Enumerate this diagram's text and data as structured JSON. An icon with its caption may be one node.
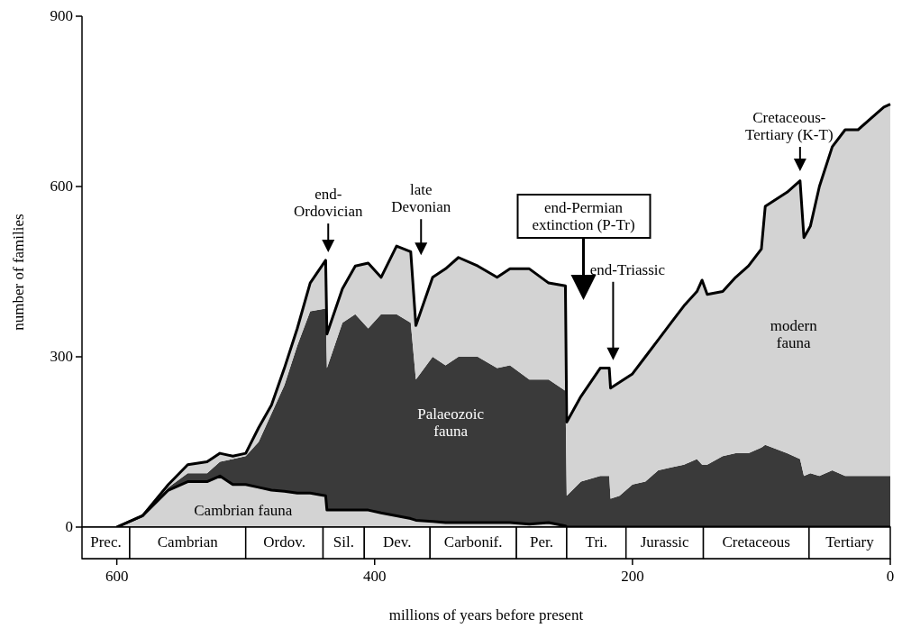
{
  "diagram": {
    "labels": [
      "Prec.",
      "Cambrian",
      "Ordov.",
      "Sil.",
      "Dev.",
      "Carbonif.",
      "Per.",
      "Tri.",
      "Jurassic",
      "Cretaceous",
      "Tertiary"
    ],
    "chart_data": {
      "type": "area",
      "stacked": true,
      "xlabel": "millions of years before present",
      "ylabel": "number of families",
      "xlim": [
        627,
        0
      ],
      "ylim": [
        0,
        900
      ],
      "xticks": [
        600,
        400,
        200,
        0
      ],
      "yticks": [
        0,
        300,
        600,
        900
      ],
      "x": [
        600,
        580,
        560,
        545,
        530,
        520,
        510,
        500,
        490,
        480,
        470,
        460,
        450,
        438,
        437,
        425,
        415,
        405,
        395,
        383,
        372,
        368,
        355,
        345,
        335,
        320,
        305,
        295,
        280,
        265,
        252,
        251,
        240,
        225,
        218,
        217,
        210,
        200,
        190,
        180,
        170,
        160,
        150,
        146,
        142,
        130,
        120,
        110,
        100,
        97,
        80,
        70,
        67,
        62,
        55,
        45,
        35,
        25,
        15,
        5,
        0
      ],
      "series": [
        {
          "name": "Cambrian fauna",
          "color": "#d3d3d3",
          "values": [
            0,
            20,
            65,
            80,
            80,
            90,
            75,
            75,
            70,
            65,
            63,
            60,
            60,
            55,
            30,
            30,
            30,
            30,
            25,
            20,
            15,
            12,
            10,
            8,
            8,
            8,
            8,
            8,
            5,
            8,
            2,
            0,
            0,
            0,
            0,
            0,
            0,
            0,
            0,
            0,
            0,
            0,
            0,
            0,
            0,
            0,
            0,
            0,
            0,
            0,
            0,
            0,
            0,
            0,
            0,
            0,
            0,
            0,
            0,
            0,
            0
          ]
        },
        {
          "name": "Palaeozoic fauna",
          "color": "#3a3a3a",
          "values": [
            0,
            0,
            5,
            15,
            15,
            25,
            45,
            50,
            80,
            135,
            187,
            260,
            320,
            330,
            250,
            330,
            345,
            320,
            350,
            355,
            345,
            248,
            290,
            277,
            292,
            292,
            272,
            277,
            255,
            252,
            238,
            55,
            80,
            90,
            90,
            50,
            55,
            75,
            80,
            100,
            105,
            110,
            120,
            110,
            110,
            125,
            130,
            130,
            140,
            145,
            130,
            120,
            90,
            95,
            90,
            100,
            90,
            90,
            90,
            90,
            90
          ]
        },
        {
          "name": "modern fauna",
          "color": "#d3d3d3",
          "values": [
            0,
            0,
            5,
            15,
            20,
            15,
            5,
            5,
            25,
            15,
            30,
            30,
            50,
            85,
            60,
            60,
            85,
            115,
            65,
            120,
            125,
            95,
            140,
            170,
            175,
            160,
            160,
            170,
            195,
            170,
            185,
            130,
            150,
            190,
            190,
            195,
            200,
            195,
            220,
            230,
            255,
            280,
            295,
            325,
            300,
            290,
            310,
            330,
            350,
            420,
            460,
            490,
            420,
            435,
            510,
            570,
            610,
            610,
            630,
            650,
            655
          ]
        }
      ],
      "annotations": [
        "end-Ordovician",
        "late Devonian",
        "end-Permian extinction (P-Tr)",
        "end-Triassic",
        "Cretaceous-Tertiary (K-T)"
      ]
    }
  }
}
